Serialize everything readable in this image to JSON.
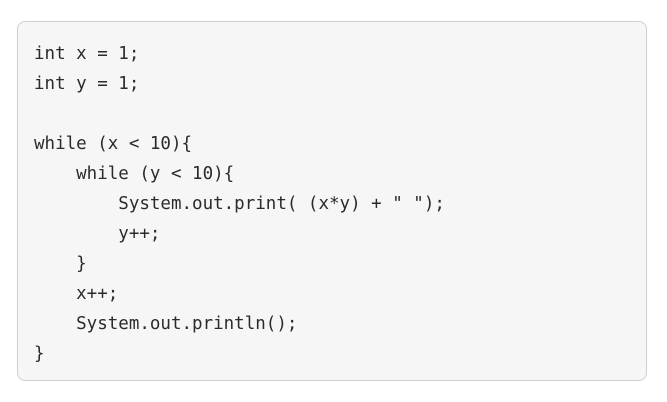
{
  "code": {
    "lines": [
      "int x = 1;",
      "int y = 1;",
      "",
      "while (x < 10){",
      "    while (y < 10){",
      "        System.out.print( (x*y) + \" \");",
      "        y++;",
      "    }",
      "    x++;",
      "    System.out.println();",
      "}"
    ]
  }
}
